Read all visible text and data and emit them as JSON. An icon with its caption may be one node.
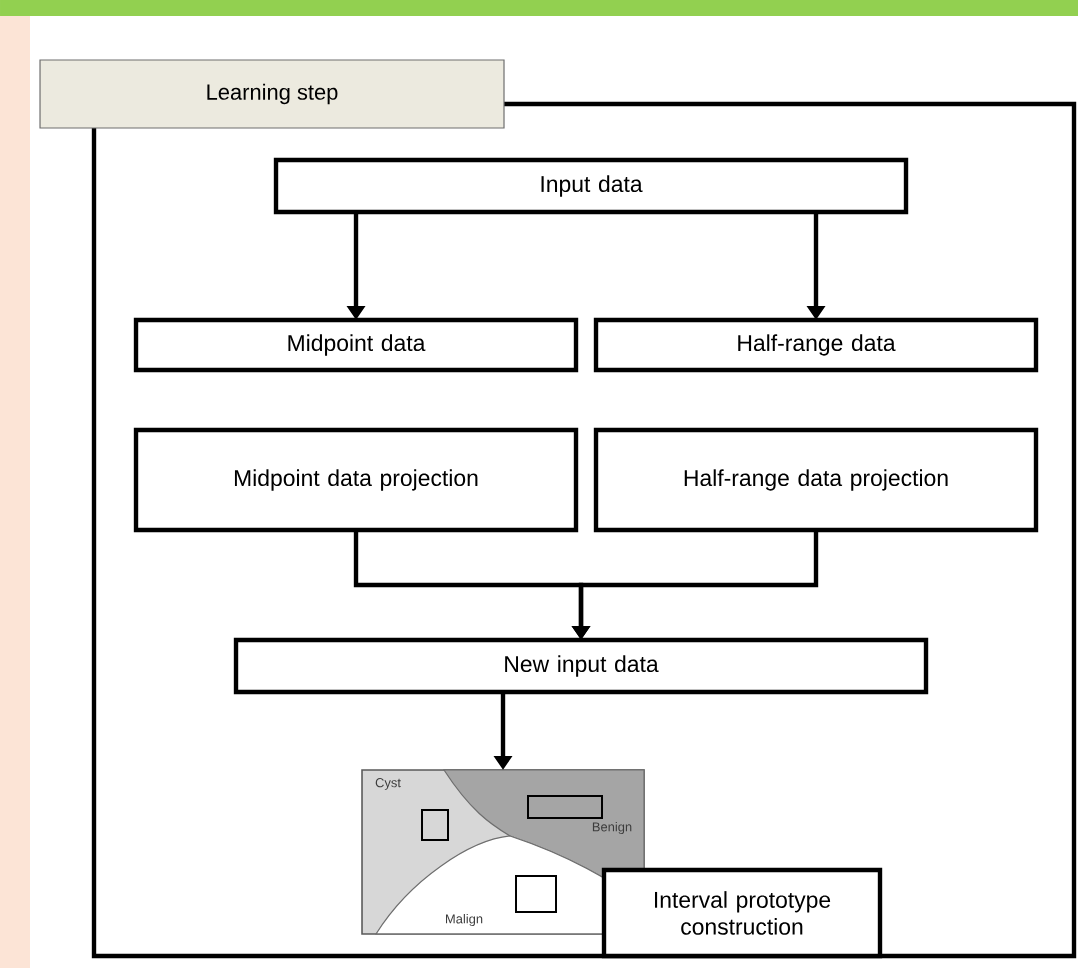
{
  "diagram": {
    "nodes": [
      {
        "text": [
          "Learning step"
        ]
      },
      {
        "text": [
          "Input data"
        ],
        "in": 0
      },
      {
        "text": [
          "Midpoint data"
        ],
        "in": 0
      },
      {
        "text": [
          "Half-range data"
        ],
        "in": 0
      },
      {
        "text": [
          "Midpoint data projection"
        ],
        "in": 0
      },
      {
        "text": [
          "Half-range data projection"
        ],
        "in": 0
      },
      {
        "text": [
          "New input data"
        ],
        "in": 0
      },
      {
        "text": [],
        "shape": "picture",
        "in": 0
      },
      {
        "text": [
          "Interval prototype construction"
        ],
        "in": 0
      }
    ],
    "edges": [
      {
        "from": 1,
        "to": 2,
        "arrow": "to"
      },
      {
        "from": 1,
        "to": 3,
        "arrow": "to"
      },
      {
        "from": 4,
        "to": 6,
        "arrow": "to"
      },
      {
        "from": 5,
        "to": 6,
        "arrow": "to"
      },
      {
        "from": 6,
        "to": 7,
        "arrow": "to"
      }
    ],
    "labels": [
      "Cyst",
      "Benign",
      "Malign"
    ]
  }
}
